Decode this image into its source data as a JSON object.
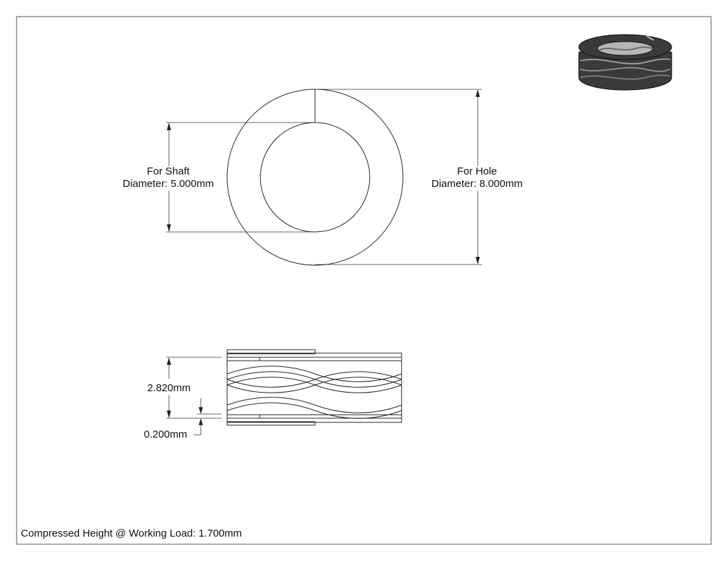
{
  "shaft_dimension": {
    "line1": "For Shaft",
    "line2": "Diameter: 5.000mm"
  },
  "hole_dimension": {
    "line1": "For Hole",
    "line2": "Diameter: 8.000mm"
  },
  "free_height_dimension": {
    "text": "2.820mm"
  },
  "thickness_dimension": {
    "text": "0.200mm"
  },
  "footer": {
    "compressed_height": "Compressed Height @ Working Load: 1.700mm"
  },
  "colors": {
    "line": "#222222",
    "iso_dark": "#3a3a3a",
    "iso_light": "#9a9a9a"
  }
}
